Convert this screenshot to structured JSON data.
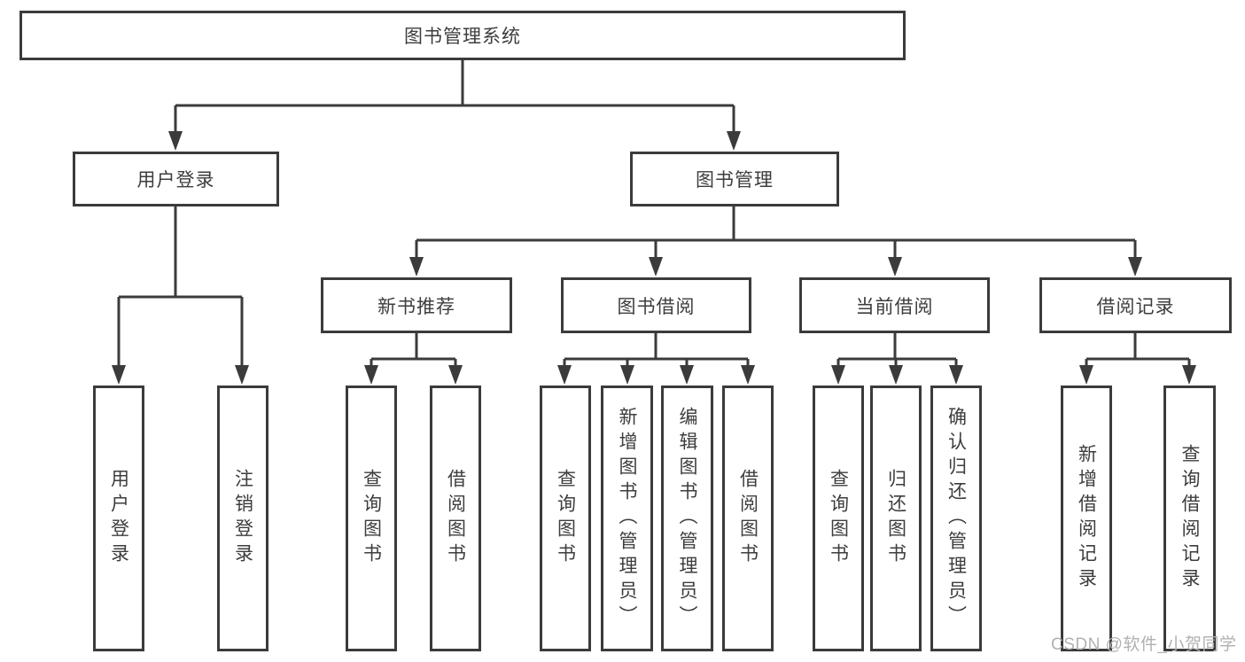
{
  "page": {
    "background": "#ffffff"
  },
  "colors": {
    "line": "#3b3b3b",
    "box_border": "#3b3b3b",
    "text": "#3d3d3d",
    "watermark": "#b1b1b1"
  },
  "watermark": {
    "text": "CSDN @软件_小贺同学"
  },
  "tree": {
    "root": {
      "label": "图书管理系统",
      "children": [
        {
          "label": "用户登录",
          "children": [
            {
              "label": "用户登录"
            },
            {
              "label": "注销登录"
            }
          ]
        },
        {
          "label": "图书管理",
          "children": [
            {
              "label": "新书推荐",
              "children": [
                {
                  "label": "查询图书"
                },
                {
                  "label": "借阅图书"
                }
              ]
            },
            {
              "label": "图书借阅",
              "children": [
                {
                  "label": "查询图书"
                },
                {
                  "label": "新增图书（管理员）"
                },
                {
                  "label": "编辑图书（管理员）"
                },
                {
                  "label": "借阅图书"
                }
              ]
            },
            {
              "label": "当前借阅",
              "children": [
                {
                  "label": "查询图书"
                },
                {
                  "label": "归还图书"
                },
                {
                  "label": "确认归还（管理员）"
                }
              ]
            },
            {
              "label": "借阅记录",
              "children": [
                {
                  "label": "新增借阅记录"
                },
                {
                  "label": "查询借阅记录"
                }
              ]
            }
          ]
        }
      ]
    }
  }
}
